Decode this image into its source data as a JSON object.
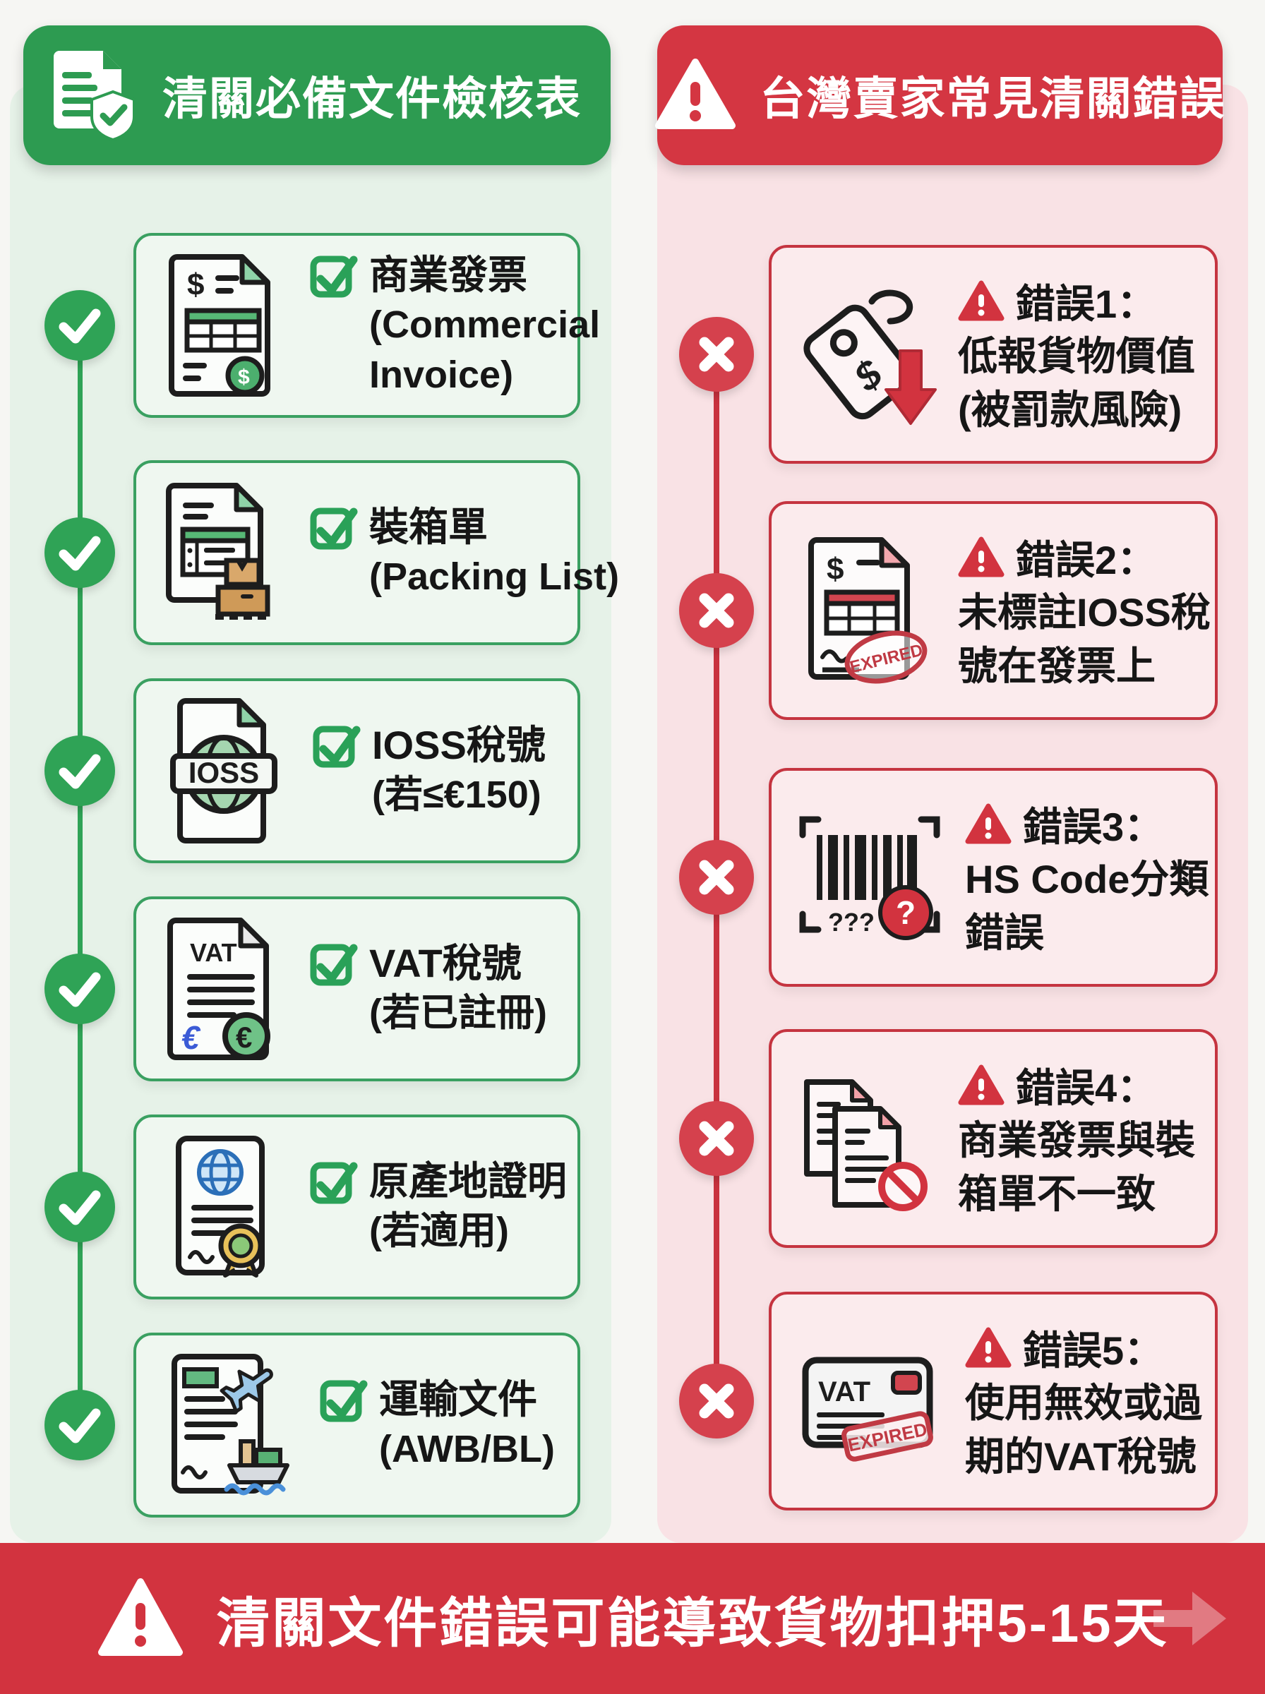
{
  "left_column": {
    "header": {
      "title": "清關必備文件檢核表"
    },
    "items": [
      {
        "title": "商業發票",
        "sub1": "(Commercial",
        "sub2": "Invoice)"
      },
      {
        "title": "裝箱單",
        "sub1": "(Packing List)"
      },
      {
        "title": "IOSS稅號",
        "sub1": "(若≤€150)"
      },
      {
        "title": "VAT稅號",
        "sub1": "(若已註冊)"
      },
      {
        "title": "原產地證明",
        "sub1": "(若適用)"
      },
      {
        "title": "運輸文件",
        "sub1": "(AWB/BL)"
      }
    ]
  },
  "right_column": {
    "header": {
      "title": "台灣賣家常見清關錯誤"
    },
    "items": [
      {
        "label": "錯誤1：",
        "line1": "低報貨物價值",
        "line2": "(被罰款風險)"
      },
      {
        "label": "錯誤2：",
        "line1": "未標註IOSS稅",
        "line2": "號在發票上"
      },
      {
        "label": "錯誤3：",
        "line1": "HS Code分類",
        "line2": "錯誤"
      },
      {
        "label": "錯誤4：",
        "line1": "商業發票與裝",
        "line2": "箱單不一致"
      },
      {
        "label": "錯誤5：",
        "line1": "使用無效或過",
        "line2": "期的VAT稅號"
      }
    ]
  },
  "footer": {
    "text": "清關文件錯誤可能導致貨物扣押5-15天"
  },
  "icon_labels": {
    "dollar": "$",
    "euro": "€",
    "ioss": "IOSS",
    "vat": "VAT",
    "expired": "EXPIRED",
    "question": "?",
    "question_triple": "???"
  },
  "colors": {
    "green_header": "#2d9b51",
    "green_panel": "#e6f2e8",
    "green_border": "#3aa061",
    "green_circle": "#2fa356",
    "red_header": "#d43642",
    "pink_panel": "#f9e2e5",
    "red_border": "#c53440",
    "red_circle": "#d5414d",
    "banner_red": "#d2333f",
    "text": "#161616"
  }
}
